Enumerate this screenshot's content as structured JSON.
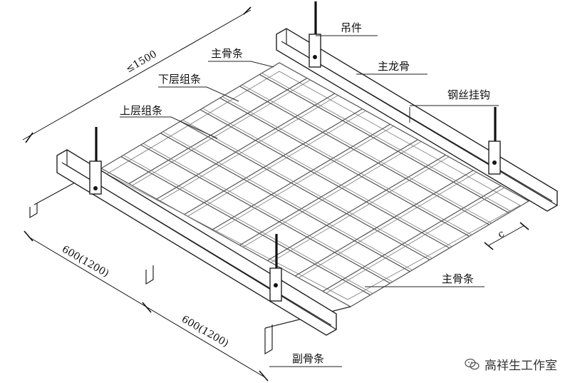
{
  "labels": {
    "hanger": "吊件",
    "main_keel": "主龙骨",
    "wire_hook": "钢丝挂钩",
    "main_bar_top": "主骨条",
    "lower_bar": "下层组条",
    "upper_bar": "上层组条",
    "main_bar_right": "主骨条",
    "secondary_bar": "副骨条"
  },
  "dimensions": {
    "max_span": "≤1500",
    "spacing_1": "600(1200)",
    "spacing_2": "600(1200)",
    "offset_c": "c"
  },
  "watermark": {
    "text": "高祥生工作室",
    "icon": "wechat-icon"
  }
}
